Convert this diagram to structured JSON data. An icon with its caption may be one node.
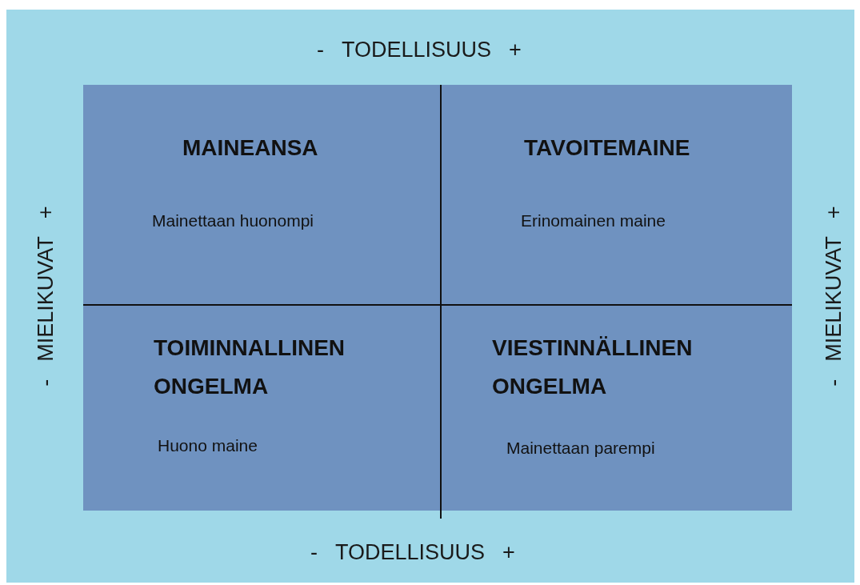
{
  "diagram": {
    "nodes": [
      {
        "text": [
          "MAINEANSA",
          "Mainettaan huonompi"
        ]
      },
      {
        "text": [
          "TAVOITEMAINE",
          "Erinomainen maine"
        ]
      },
      {
        "text": [
          "TOIMINNALLINEN ONGELMA",
          "Huono maine"
        ]
      },
      {
        "text": [
          "VIESTINNÄLLINEN ONGELMA",
          "Mainettaan parempi"
        ]
      }
    ],
    "labels": [
      "-",
      "TODELLISUUS",
      "+",
      "-",
      "MIELIKUVAT",
      "+",
      "-",
      "MIELIKUVAT",
      "+",
      "-",
      "TODELLISUUS",
      "+"
    ]
  }
}
